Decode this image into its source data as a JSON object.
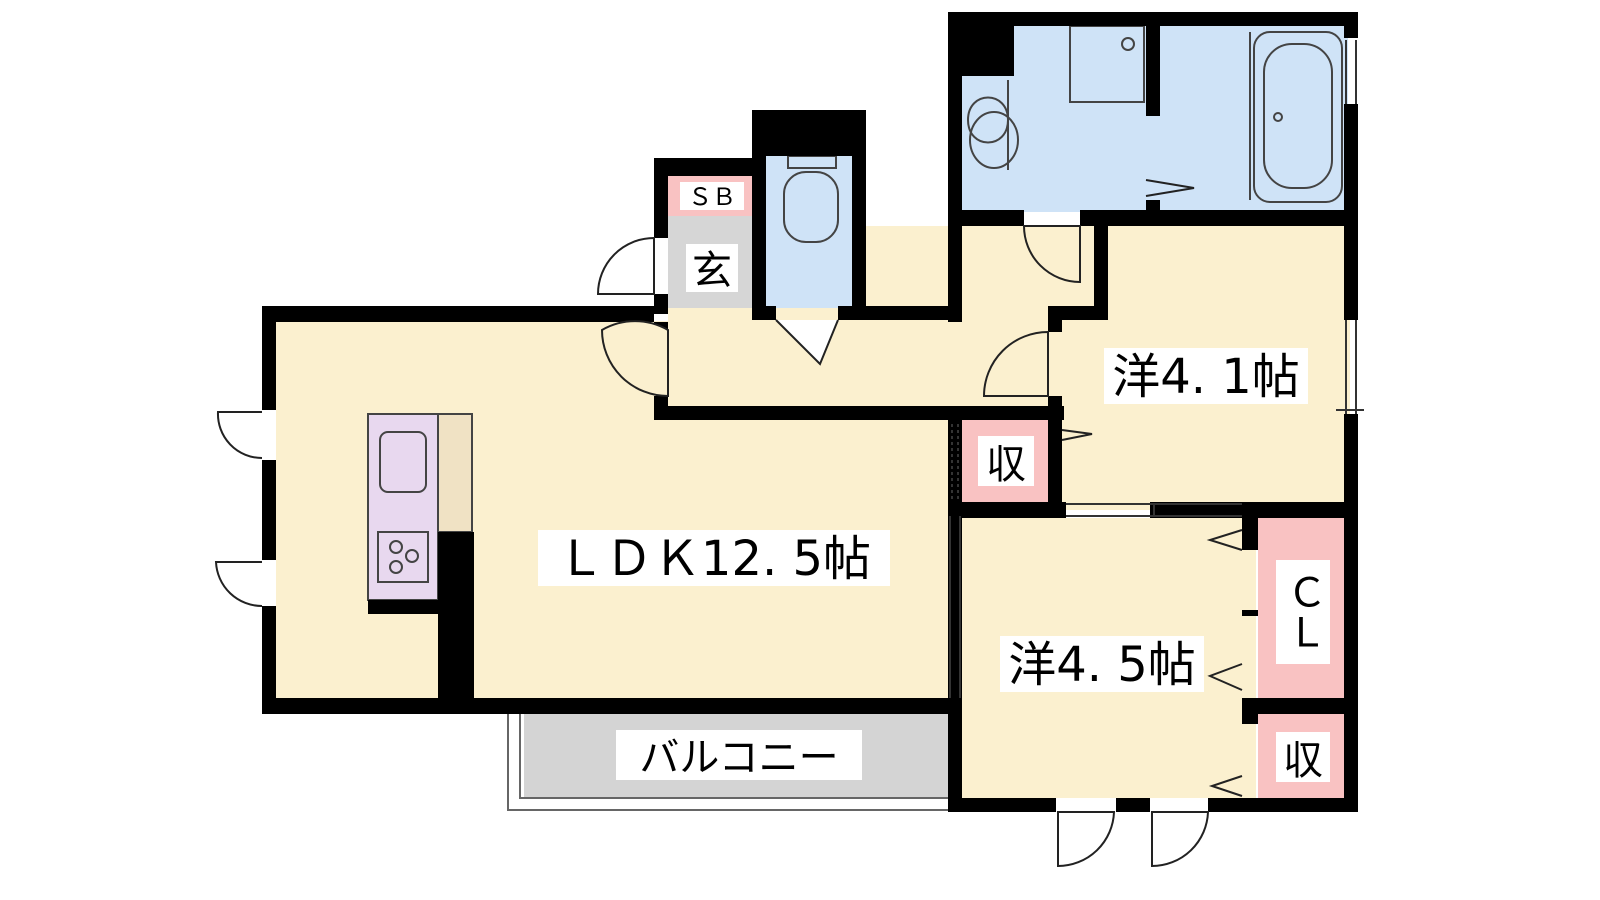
{
  "rooms": {
    "ldk": "ＬＤＫ12. 5帖",
    "western1": "洋4. 1帖",
    "western2": "洋4. 5帖",
    "balcony": "バルコニー",
    "entrance": "玄",
    "shoe_box": "ＳＢ",
    "storage_small": "収",
    "storage_lower": "収",
    "closet": "ＣＬ"
  },
  "colors": {
    "floor": "#fbf0cf",
    "wet_area": "#cfe3f7",
    "storage": "#f9c2c2",
    "entrance": "#d6d6d6",
    "balcony": "#d4d4d4",
    "kitchen": "#e8d8ef",
    "counter": "#f0e2c4",
    "wall": "#000000"
  }
}
